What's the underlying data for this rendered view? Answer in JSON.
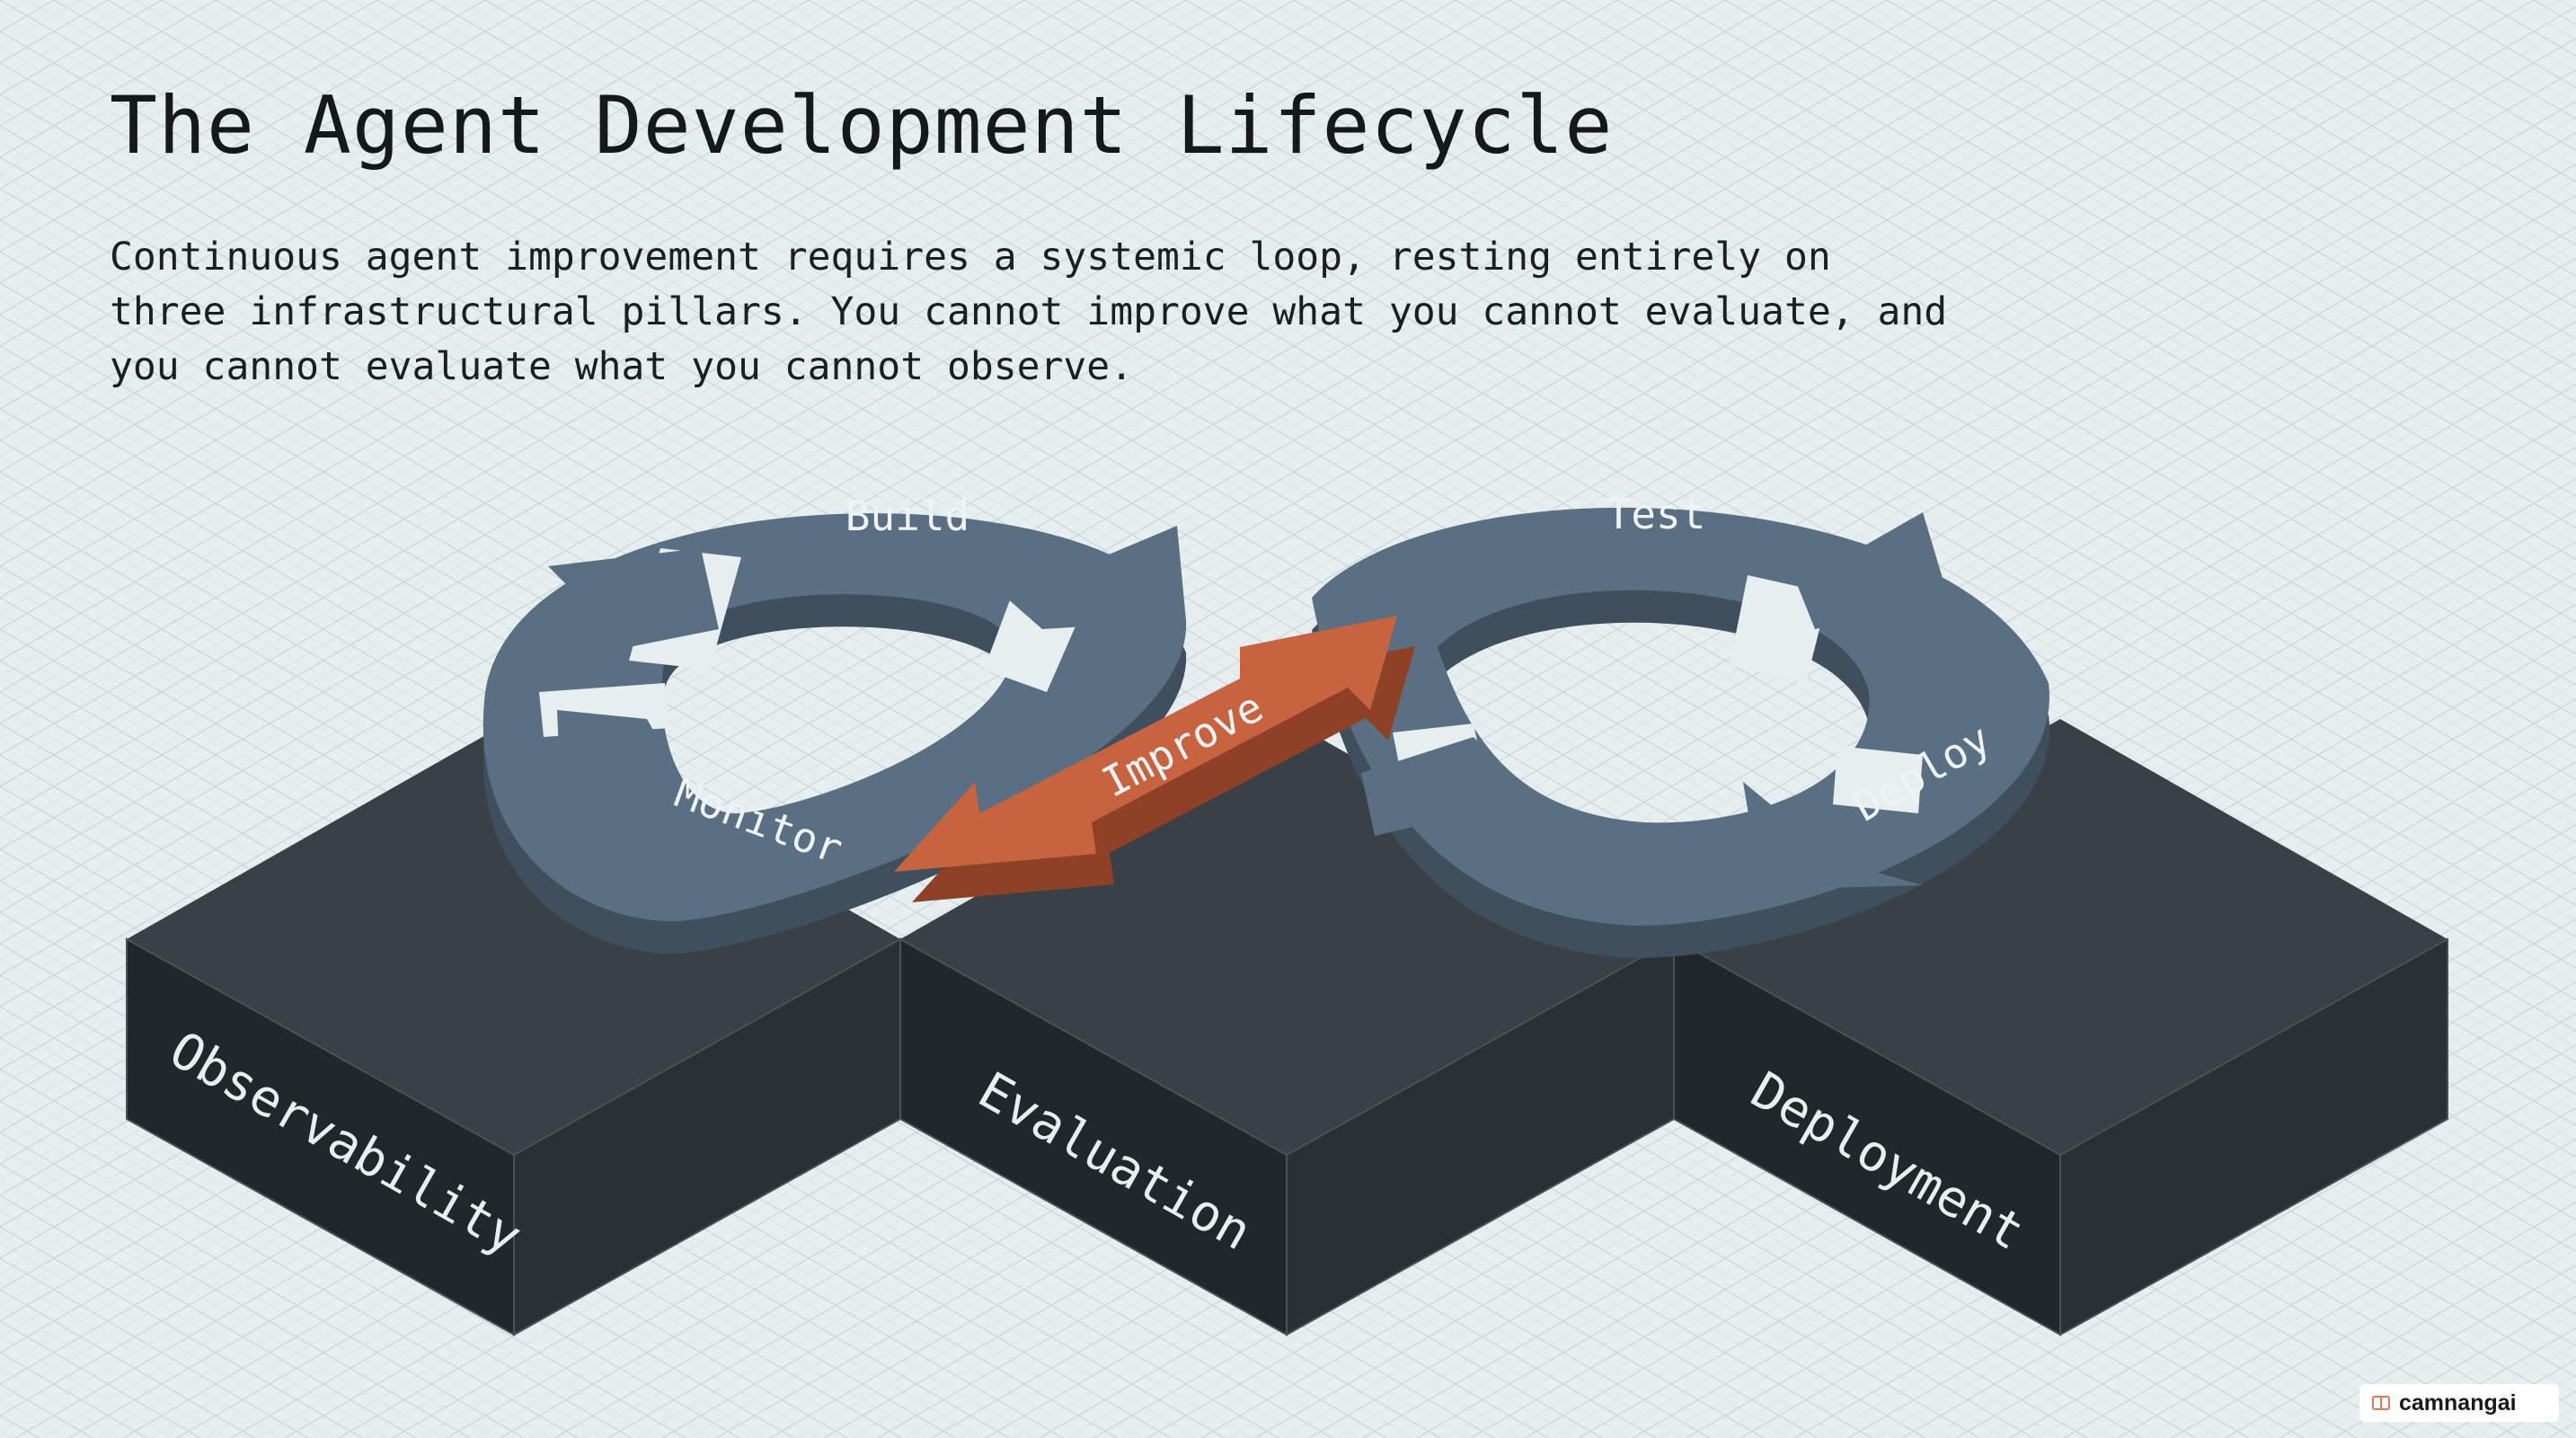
{
  "title": "The Agent Development Lifecycle",
  "subtitle": "Continuous agent improvement requires a systemic loop, resting entirely on three infrastructural pillars. You cannot improve what you cannot evaluate, and you cannot evaluate what you cannot observe.",
  "loop": {
    "build": "Build",
    "test": "Test",
    "deploy": "Deploy",
    "monitor": "Monitor",
    "improve": "Improve"
  },
  "pillars": [
    "Observability",
    "Evaluation",
    "Deployment"
  ],
  "watermark": "camnangai",
  "colors": {
    "background": "#e6eef0",
    "pillar_top": "#3b4247",
    "pillar_side": "#23282c",
    "loop_arrows": "#5b6f82",
    "improve_arrow": "#c8633f"
  }
}
